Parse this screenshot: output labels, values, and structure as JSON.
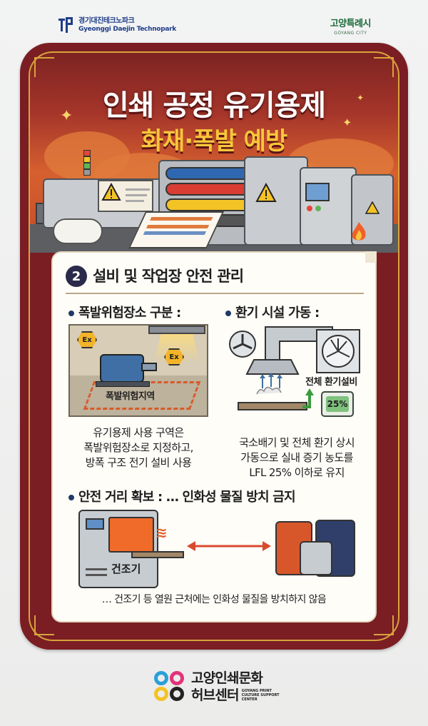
{
  "top": {
    "left_logo_ko": "경기대진테크노파크",
    "left_logo_en": "Gyeonggi Daejin Technopark",
    "right_logo_ko": "고양특례시",
    "right_logo_en": "GOYANG CITY"
  },
  "header": {
    "title_line1": "인쇄 공정 유기용제",
    "title_line2": "화재·폭발 예방"
  },
  "section": {
    "number": "2",
    "title": "설비 및 작업장 안전 관리"
  },
  "item1": {
    "heading": "폭발위험장소 구분 :",
    "zone_label": "폭발위험지역",
    "ex_label": "Ex",
    "desc_lines": [
      "유기용제 사용 구역은",
      "폭발위험장소로 지정하고,",
      "방폭 구조 전기 설비 사용"
    ]
  },
  "item2": {
    "heading": "환기 시설 가동 :",
    "equipment_label": "전체 환기설비",
    "meter_value": "25%",
    "desc_lines": [
      "국소배기 및 전체 환기 상시",
      "가동으로 실내 증기 농도를",
      "LFL 25% 이하로 유지"
    ]
  },
  "item3": {
    "heading": "안전 거리 확보 : … 인화성 물질 방치 금지",
    "dryer_label": "건조기",
    "desc": "… 건조기 등 열원 근처에는 인화성 물질을 방치하지 않음"
  },
  "footer": {
    "line1": "고양인쇄문화",
    "line2": "허브센터",
    "en_line1": "GOYANG PRINT",
    "en_line2": "CULTURE SUPPORT",
    "en_line3": "CENTER"
  },
  "colors": {
    "card": "#7a1e24",
    "gold": "#d8a33c",
    "title_yellow": "#f8c63a",
    "panel": "#fffdf8",
    "warning_orange": "#d85a2a"
  }
}
